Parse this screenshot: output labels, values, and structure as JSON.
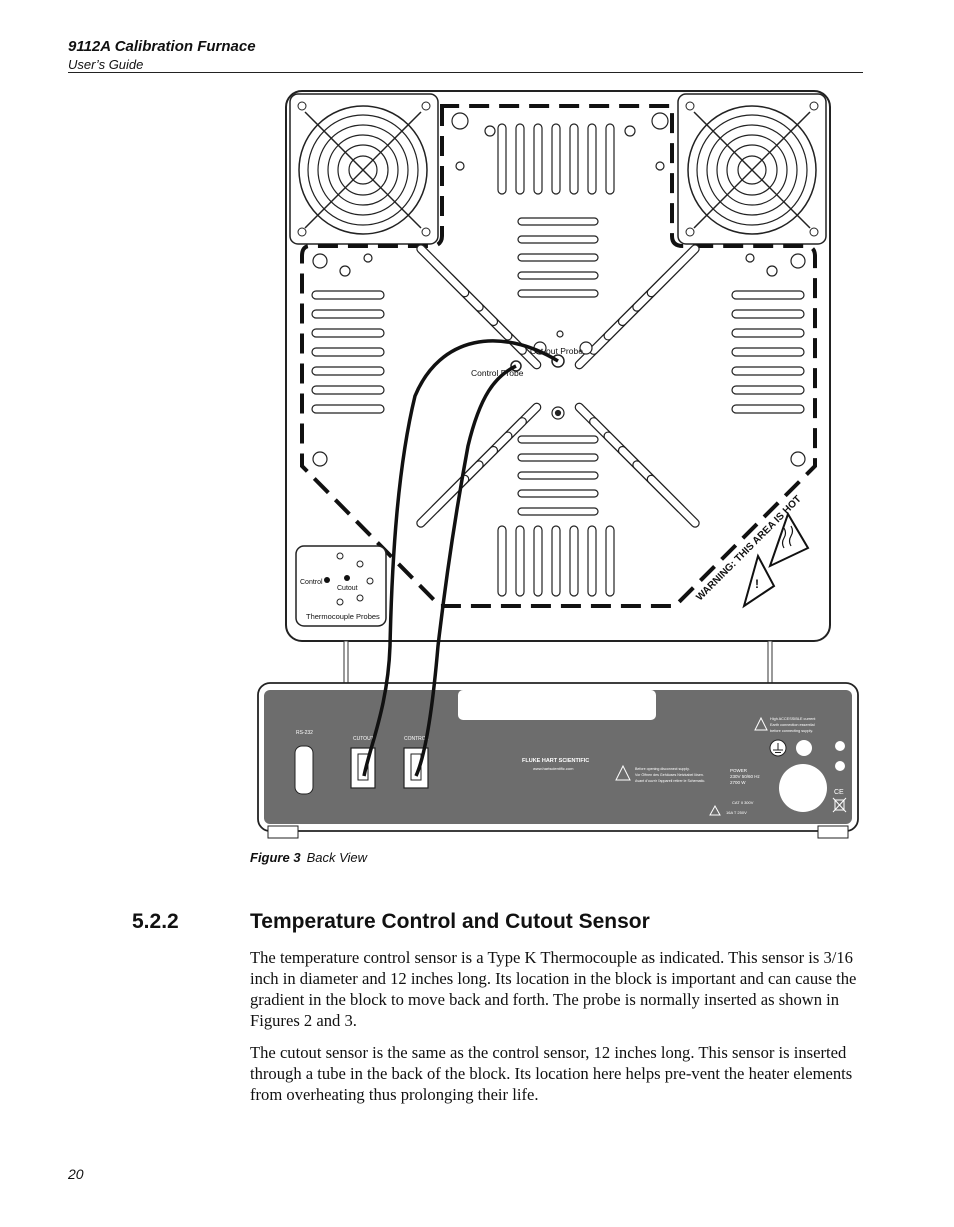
{
  "header": {
    "title": "9112A Calibration Furnace",
    "subtitle": "User’s Guide"
  },
  "figure": {
    "number": "Figure 3",
    "title": "Back View",
    "labels": {
      "cutout_probe": "Cut-out Probe",
      "control_probe": "Control Probe",
      "inset_control": "Control",
      "inset_cutout": "Cutout",
      "inset_title": "Thermocouple Probes",
      "warning": "WARNING: THIS AREA IS HOT",
      "rs232": "RS-232",
      "cutout_port": "CUTOUT",
      "control_port": "CONTROL",
      "brand": "FLUKE HART SCIENTIFIC",
      "website": "www.hartscientific.com",
      "disconnect_notice": "Before opening disconnect supply.",
      "disconnect_notice_fr_1": "Vor Öffnen des Gehäuses Netzkabel lösen.",
      "disconnect_notice_fr_2": "Avant d’ouvrir l’appareil retirer le Schematic.",
      "current_warning_1": "High ACCESSIBLE current",
      "current_warning_2": "Earth connection essential",
      "current_warning_3": "before connecting supply.",
      "power_label": "POWER",
      "power_line1": "230V 50/60 Hz",
      "power_line2": "2700 W",
      "cat_label": "CAT II 300V",
      "fuse_label": "16A T 250V"
    }
  },
  "section": {
    "number": "5.2.2",
    "title": "Temperature Control and Cutout Sensor"
  },
  "paragraphs": [
    "The temperature control sensor is a Type K Thermocouple as indicated. This sensor is 3/16 inch in diameter and 12 inches long. Its location in the block is important and can cause the gradient in the block to move back and forth. The probe is normally inserted as shown in Figures 2 and 3.",
    "The cutout sensor is the same as the control sensor, 12 inches long. This sensor is inserted through a tube in the back of the block. Its location here helps pre-vent the heater elements from overheating thus prolonging their life."
  ],
  "page_number": "20"
}
